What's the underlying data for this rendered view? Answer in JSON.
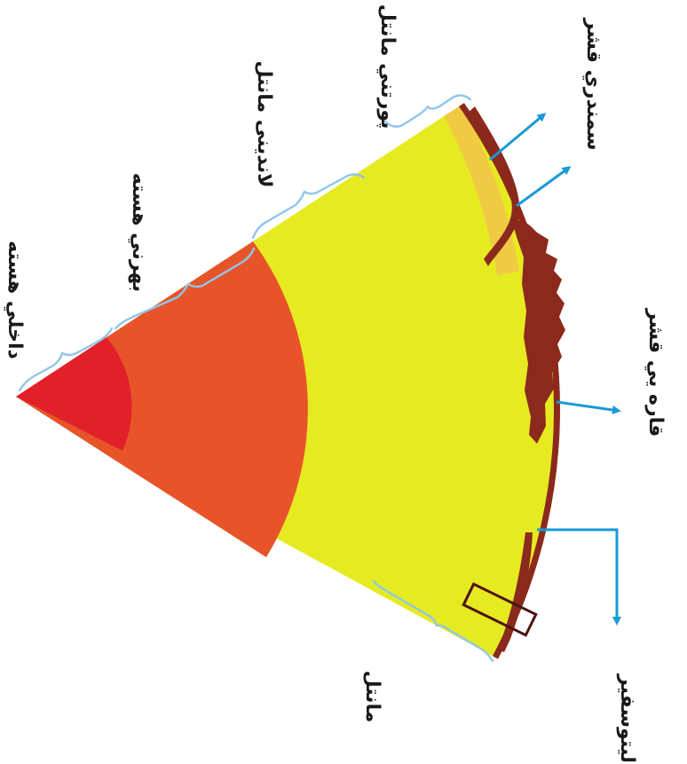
{
  "labels": {
    "oceanic_crust": "سمندري قشر",
    "upper_mantle": "پورتني مانتل",
    "lower_mantle": "لاندينی مانتل",
    "outer_core": "بهرني هسته",
    "inner_core": "داخلي هسته",
    "continental_crust": "قاره يي قشر",
    "mantle": "مانتل",
    "lithosphere": "ليتوسفير"
  },
  "colors": {
    "inner_core": "#e2202a",
    "outer_core": "#e8542a",
    "mantle": "#e6ea21",
    "upper_mantle_band": "#f2c44a",
    "crust": "#8b2a1c",
    "arrow": "#1a9ad6",
    "brace": "#8fc6ea",
    "box": "#4a1410"
  }
}
